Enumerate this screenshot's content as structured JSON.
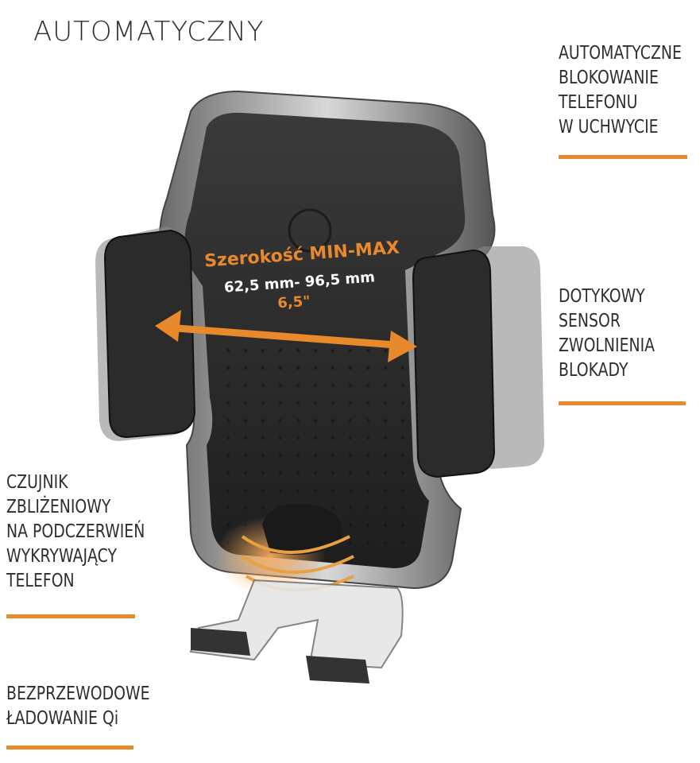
{
  "title": "AUTOMATYCZNY",
  "features": [
    {
      "id": "auto-lock",
      "text": "AUTOMATYCZNE\nBLOKOWANIE\nTELEFONU\nW UCHWYCIE"
    },
    {
      "id": "touch-sensor",
      "text": "DOTYKOWY\nSENSOR\nZWOLNIENIA\nBLOKADY"
    },
    {
      "id": "proximity-sensor",
      "text": "CZUJNIK\nZBLIŻENIOWY\nNA PODCZERWIEŃ\nWYKRYWAJĄCY\nTELEFON"
    },
    {
      "id": "wireless-charging",
      "text": "BEZPRZEWODOWE\nŁADOWANIE Qi"
    }
  ],
  "dimensions": {
    "title": "Szerokość MIN-MAX",
    "range": "62,5 mm- 96,5 mm",
    "diagonal": "6,5\""
  },
  "colors": {
    "accent": "#e8892b",
    "body_dark": "#2f2f2f",
    "frame_silver": "#9a9a9a",
    "text": "#2e2e2e"
  }
}
